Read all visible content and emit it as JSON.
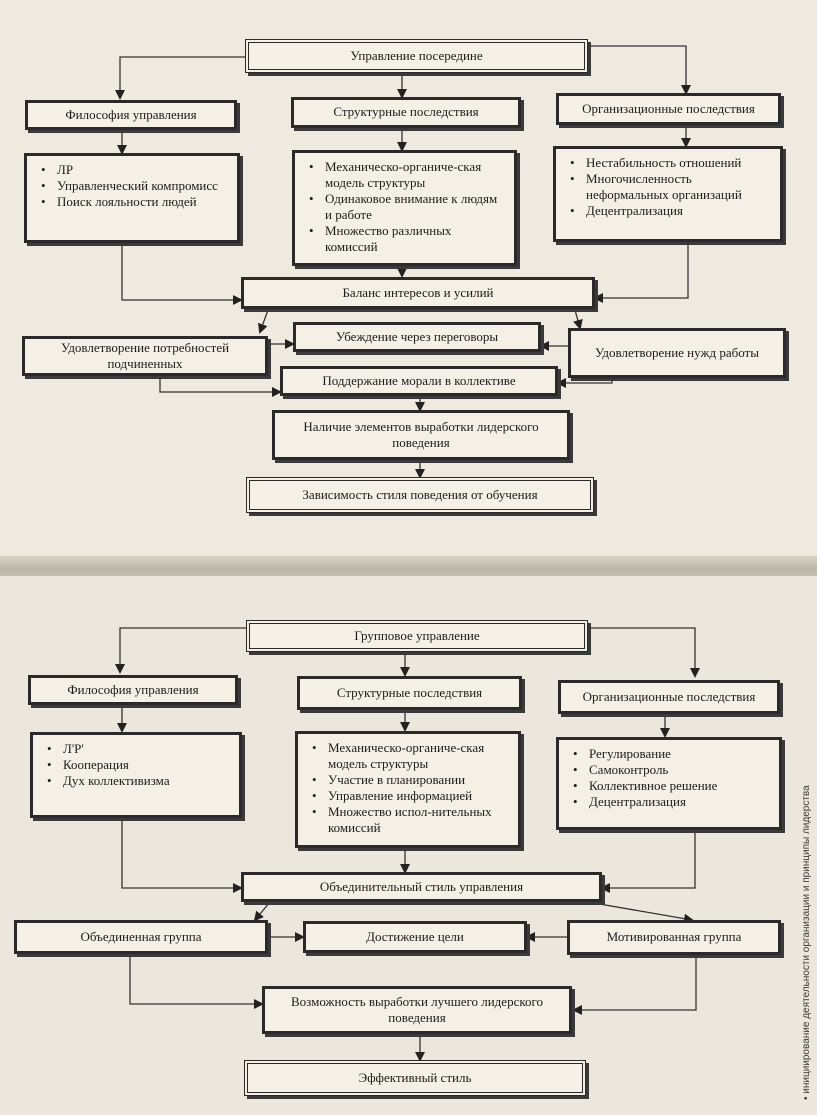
{
  "top": {
    "root": "Управление посередине",
    "philosophy": "Философия управления",
    "structural": "Структурные последствия",
    "organizational": "Организационные последствия",
    "philosophy_items": [
      "ЛР",
      "Управленческий компромисс",
      "Поиск лояльности людей"
    ],
    "structural_items": [
      "Механическо-органиче-ская модель структуры",
      "Одинаковое внимание к людям и работе",
      "Множество различных комиссий"
    ],
    "organizational_items": [
      "Нестабильность отношений",
      "Многочисленность неформальных организаций",
      "Децентрализация"
    ],
    "balance": "Баланс интересов и усилий",
    "persuasion": "Убеждение через переговоры",
    "subordinates": "Удовлетворение потребностей подчиненных",
    "work_needs": "Удовлетворение нужд работы",
    "morale": "Поддержание морали в коллективе",
    "leadership": "Наличие элементов выработки лидерского поведения",
    "dependence": "Зависимость стиля поведения от обучения"
  },
  "bottom": {
    "root": "Групповое управление",
    "philosophy": "Философия управления",
    "structural": "Структурные последствия",
    "organizational": "Организационные последствия",
    "philosophy_items": [
      "Л'Р'",
      "Кооперация",
      "Дух коллективизма"
    ],
    "structural_items": [
      "Механическо-органиче-ская модель структуры",
      "Участие в планировании",
      "Управление информацией",
      "Множество испол-нительных комиссий"
    ],
    "organizational_items": [
      "Регулирование",
      "Самоконтроль",
      "Коллективное решение",
      "Децентрализация"
    ],
    "unifying": "Объединительный стиль управления",
    "united_group": "Объединенная группа",
    "goal": "Достижение цели",
    "motivated_group": "Мотивированная группа",
    "best_leadership": "Возможность выработки лучшего лидерского поведения",
    "effective": "Эффективный стиль"
  },
  "side_caption": "• инициирование деятельности организации и принципы лидерства"
}
